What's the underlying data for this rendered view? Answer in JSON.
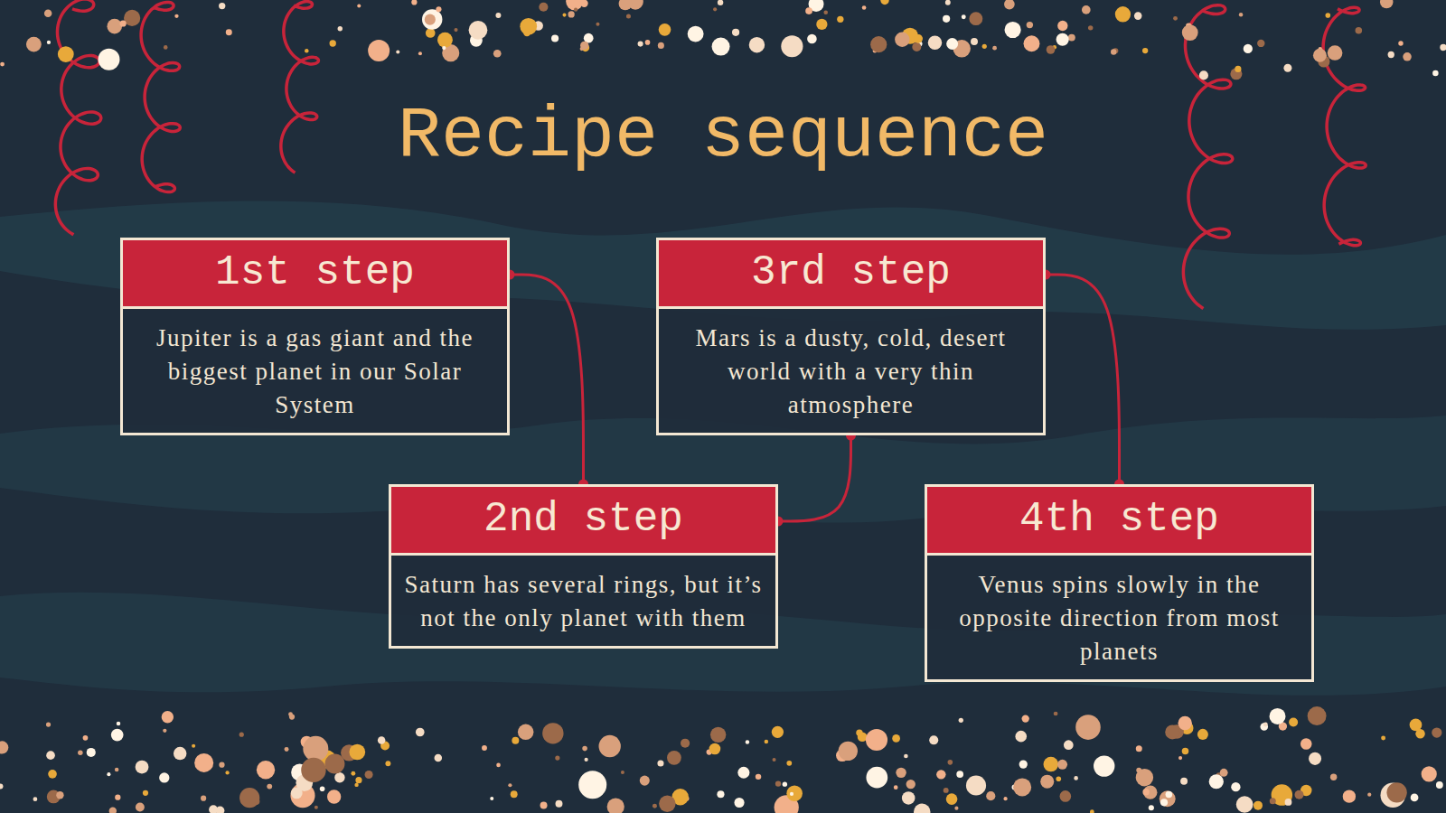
{
  "diagram": {
    "title": "Recipe sequence",
    "nodes": [
      {
        "text": [
          "1st step",
          "Jupiter is a gas giant and the biggest planet in our Solar System"
        ]
      },
      {
        "text": [
          "2nd step",
          "Saturn has several rings, but it’s not the only planet with them"
        ]
      },
      {
        "text": [
          "3rd step",
          "Mars is a dusty, cold, desert world with a very thin atmosphere"
        ]
      },
      {
        "text": [
          "4th step",
          "Venus spins slowly in the opposite direction from most planets"
        ]
      }
    ],
    "edges": [
      {
        "from": 0,
        "to": 1,
        "arrow": "none"
      },
      {
        "from": 1,
        "to": 2,
        "arrow": "none"
      },
      {
        "from": 2,
        "to": 3,
        "arrow": "none"
      }
    ]
  }
}
